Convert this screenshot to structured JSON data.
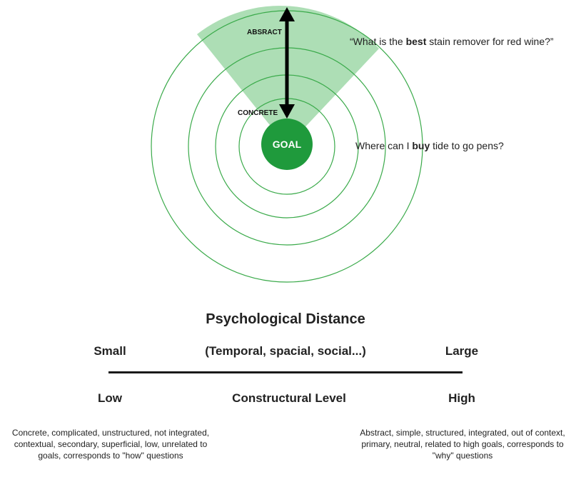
{
  "diagram": {
    "goal_label": "GOAL",
    "abstract_label": "ABSRACT",
    "concrete_label": "CONCRETE",
    "colors": {
      "ring_stroke": "#3aaa4a",
      "wedge_fill": "#9fd8a8",
      "goal_fill": "#1f9a3c",
      "arrow": "#000000"
    }
  },
  "examples": {
    "abstract_question": {
      "pre": "“What is the ",
      "bold": "best",
      "post": " stain remover for red wine?”"
    },
    "concrete_question": {
      "pre": "Where can I ",
      "bold": "buy",
      "post": " tide to go pens?"
    }
  },
  "scale": {
    "title": "Psychological Distance",
    "subtitle": "(Temporal, spacial, social...)",
    "left_top": "Small",
    "right_top": "Large",
    "center_bottom": "Constructural Level",
    "left_bottom": "Low",
    "right_bottom": "High",
    "left_description": "Concrete, complicated, unstructured, not integrated, contextual, secondary, superficial, low, unrelated to goals, corresponds to \"how\" questions",
    "right_description": "Abstract, simple, structured, integrated, out of context, primary, neutral, related to high goals, corresponds to \"why\" questions"
  }
}
